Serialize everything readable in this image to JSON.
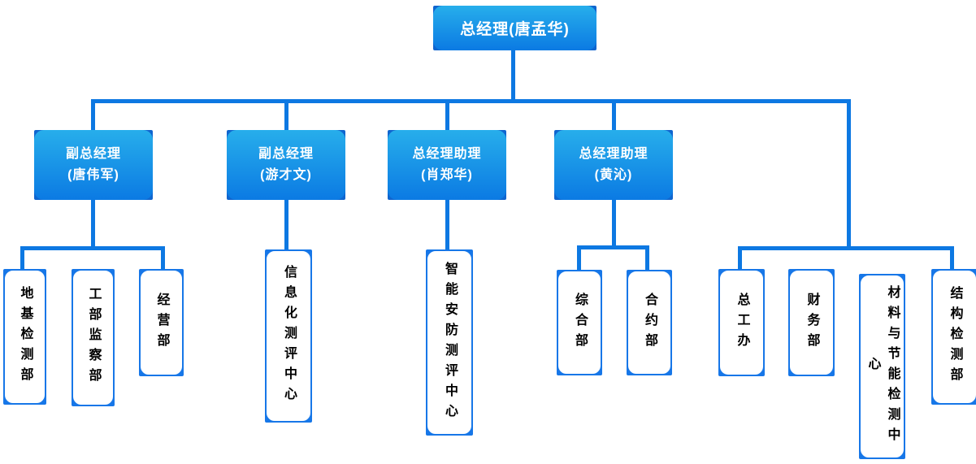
{
  "chart": {
    "title": "company-org-chart",
    "root": {
      "label": "总经理(唐孟华)"
    },
    "level2": [
      {
        "title": "副总经理",
        "name": "(唐伟军)"
      },
      {
        "title": "副总经理",
        "name": "(游才文)"
      },
      {
        "title": "总经理助理",
        "name": "(肖郑华)"
      },
      {
        "title": "总经理助理",
        "name": "(黄沁)"
      }
    ],
    "departments": [
      {
        "label": "地基检测部"
      },
      {
        "label": "工部监察部"
      },
      {
        "label": "经营部"
      },
      {
        "label": "信息化测评中心"
      },
      {
        "label": "智能安防测评中心"
      },
      {
        "label": "综合部"
      },
      {
        "label": "合约部"
      },
      {
        "label": "总工办"
      },
      {
        "label": "财务部"
      },
      {
        "label": "材料与节能检测中心"
      },
      {
        "label": "结构检测部"
      }
    ],
    "colors": {
      "line": "#0d78e2",
      "grad-top": "#27aeeb",
      "grad-bottom": "#0b7ae3",
      "corner": "#0f65cf",
      "border": "#1777e8"
    }
  }
}
